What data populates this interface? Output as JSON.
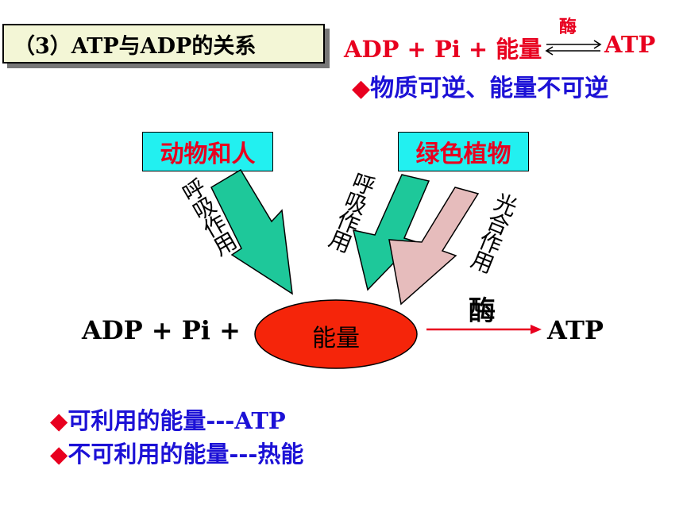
{
  "title": "（3）ATP与ADP的关系",
  "top_equation": {
    "left": "ADP + Pi + 能量",
    "enzyme": "酶",
    "right": "ATP"
  },
  "top_note": "◆物质可逆、能量不可逆",
  "boxes": {
    "animals": "动物和人",
    "plants": "绿色植物"
  },
  "process_labels": {
    "left_respiration": "呼吸作用",
    "mid_respiration": "呼吸作用",
    "photosynthesis": "光合作用",
    "enzyme": "酶"
  },
  "main_equation": {
    "left": "ADP + Pi +",
    "energy": "能量",
    "right": "ATP"
  },
  "bullets": [
    "◆可利用的能量---ATP",
    "◆不可利用的能量---热能"
  ],
  "colors": {
    "red": "#e8001f",
    "blue": "#1c11d6",
    "cyan": "#22f0f0",
    "green_arrow": "#1ec89a",
    "pink_arrow": "#e6bcbc",
    "ellipse": "#f5250a"
  }
}
